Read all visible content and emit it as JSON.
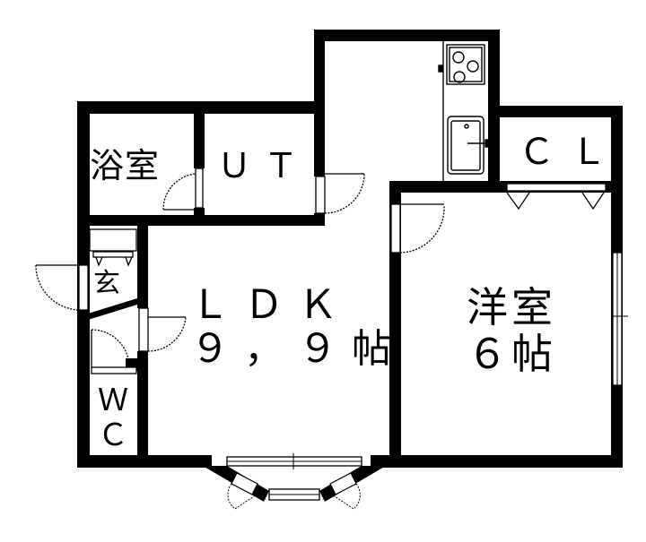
{
  "floor_plan": {
    "type": "1LDK apartment floor plan",
    "rooms": [
      {
        "id": "bath",
        "label": "浴室"
      },
      {
        "id": "utility",
        "label": "ＵＴ"
      },
      {
        "id": "closet",
        "label": "ＣＬ"
      },
      {
        "id": "entrance",
        "label": "玄"
      },
      {
        "id": "toilet",
        "label_line1": "Ｗ",
        "label_line2": "Ｃ"
      },
      {
        "id": "ldk",
        "label_line1": "ＬＤＫ",
        "label_line2": "９，９帖"
      },
      {
        "id": "western_room",
        "label_line1": "洋室",
        "label_line2": "６帖"
      }
    ],
    "fixtures": [
      "stove-3-burner",
      "kitchen-sink",
      "closet-rail",
      "shoe-rack",
      "bay-window",
      "sliding-window"
    ],
    "colors": {
      "wall": "#000000",
      "background": "#ffffff"
    }
  }
}
